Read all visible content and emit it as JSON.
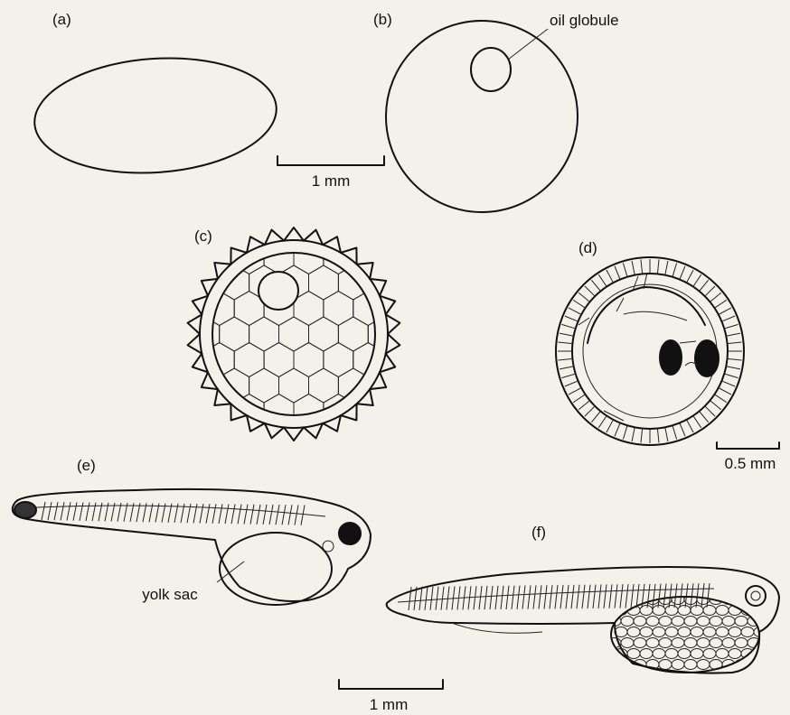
{
  "panels": {
    "a": {
      "label": "(a)"
    },
    "b": {
      "label": "(b)",
      "callout": "oil globule"
    },
    "c": {
      "label": "(c)"
    },
    "d": {
      "label": "(d)"
    },
    "e": {
      "label": "(e)",
      "callout": "yolk sac"
    },
    "f": {
      "label": "(f)"
    }
  },
  "scale_bars": {
    "eggs": "1 mm",
    "embryo": "0.5 mm",
    "larvae": "1 mm"
  },
  "colors": {
    "ink": "#111111",
    "paper": "#f4f1ea"
  }
}
